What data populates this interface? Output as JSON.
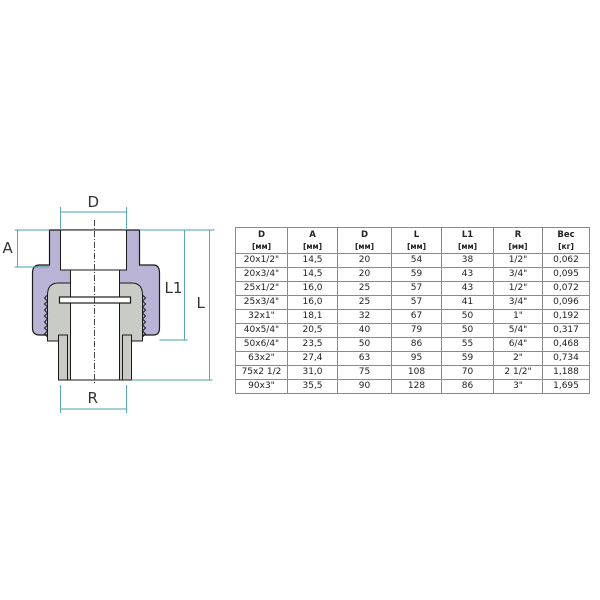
{
  "diagram": {
    "labels": {
      "D": "D",
      "A": "A",
      "L1": "L1",
      "L": "L",
      "R": "R"
    },
    "colors": {
      "body": "#b9b3d6",
      "insert": "#c9ccc6",
      "outline": "#1a1a1a",
      "dimension": "#4aa0a8"
    }
  },
  "table": {
    "headers": [
      {
        "name": "D",
        "unit": "[мм]"
      },
      {
        "name": "A",
        "unit": "[мм]"
      },
      {
        "name": "D",
        "unit": "[мм]"
      },
      {
        "name": "L",
        "unit": "[мм]"
      },
      {
        "name": "L1",
        "unit": "[мм]"
      },
      {
        "name": "R",
        "unit": "[мм]"
      },
      {
        "name": "Вес",
        "unit": "[кг]"
      }
    ],
    "rows": [
      [
        "20x1/2\"",
        "14,5",
        "20",
        "54",
        "38",
        "1/2\"",
        "0,062"
      ],
      [
        "20x3/4\"",
        "14,5",
        "20",
        "59",
        "43",
        "3/4\"",
        "0,095"
      ],
      [
        "25x1/2\"",
        "16,0",
        "25",
        "57",
        "43",
        "1/2\"",
        "0,072"
      ],
      [
        "25x3/4\"",
        "16,0",
        "25",
        "57",
        "41",
        "3/4\"",
        "0,096"
      ],
      [
        "32x1\"",
        "18,1",
        "32",
        "67",
        "50",
        "1\"",
        "0,192"
      ],
      [
        "40x5/4\"",
        "20,5",
        "40",
        "79",
        "50",
        "5/4\"",
        "0,317"
      ],
      [
        "50x6/4\"",
        "23,5",
        "50",
        "86",
        "55",
        "6/4\"",
        "0,468"
      ],
      [
        "63x2\"",
        "27,4",
        "63",
        "95",
        "59",
        "2\"",
        "0,734"
      ],
      [
        "75x2 1/2",
        "31,0",
        "75",
        "108",
        "70",
        "2 1/2\"",
        "1,188"
      ],
      [
        "90x3\"",
        "35,5",
        "90",
        "128",
        "86",
        "3\"",
        "1,695"
      ]
    ]
  }
}
